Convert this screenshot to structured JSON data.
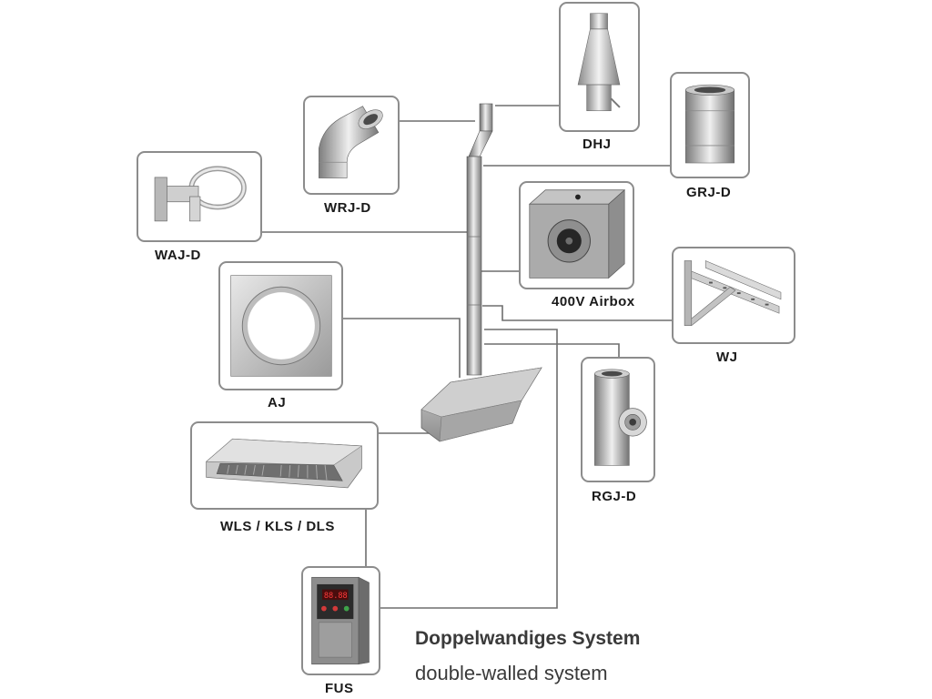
{
  "components": {
    "dhj": "DHJ",
    "grj_d": "GRJ-D",
    "wrj_d": "WRJ-D",
    "waj_d": "WAJ-D",
    "airbox": "400V Airbox",
    "aj": "AJ",
    "wj": "WJ",
    "rgj_d": "RGJ-D",
    "wls_kls_dls": "WLS / KLS / DLS",
    "fus": "FUS"
  },
  "title": {
    "de": "Doppelwandiges System",
    "en": "double-walled system"
  },
  "colors": {
    "box_border": "#8c8c8c",
    "connector_line": "#6e6e6e",
    "steel_light": "#e6e6e6",
    "steel_dark": "#8a8a8a",
    "text": "#1a1a1a"
  },
  "icons": [
    "chimney-cap-icon",
    "straight-pipe-icon",
    "elbow-pipe-icon",
    "wall-bracket-icon",
    "fan-box-icon",
    "roof-plate-icon",
    "wall-support-icon",
    "tee-pipe-icon",
    "kitchen-hood-icon",
    "frequency-converter-icon"
  ]
}
